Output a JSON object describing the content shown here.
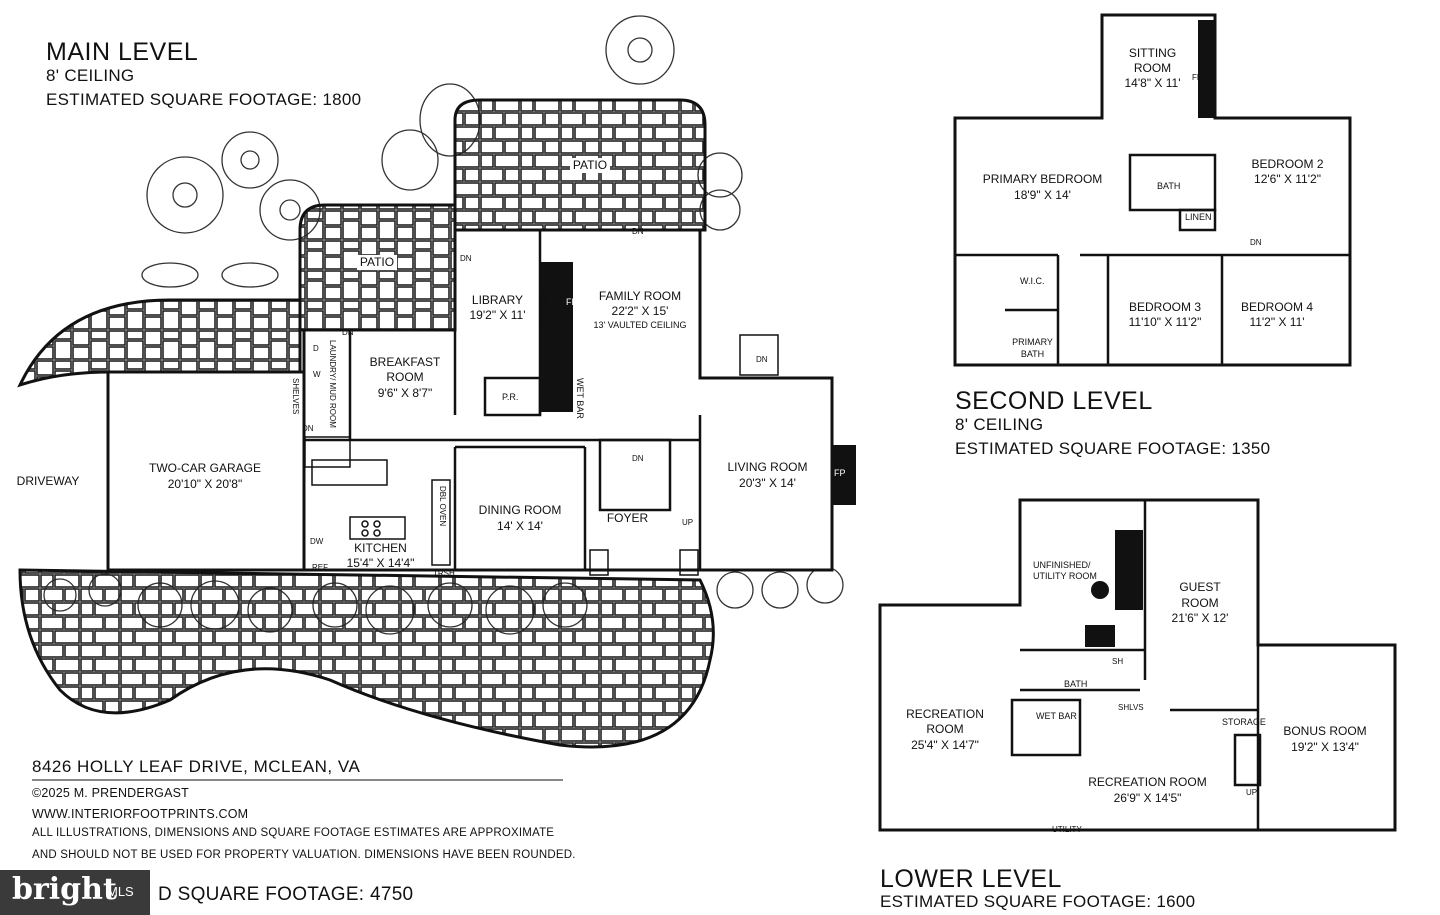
{
  "main_level": {
    "title": "MAIN LEVEL",
    "ceiling": "8' CEILING",
    "sqft": "ESTIMATED SQUARE FOOTAGE: 1800",
    "rooms": {
      "patio_top": "PATIO",
      "patio_left": "PATIO",
      "library": "LIBRARY",
      "library_dim": "19'2\" X 11'",
      "family_room": "FAMILY ROOM",
      "family_room_dim": "22'2\" X 15'",
      "family_room_ceiling": "13' VAULTED CEILING",
      "breakfast_room": "BREAKFAST",
      "breakfast_room_2": "ROOM",
      "breakfast_dim": "9'6\" X 8'7\"",
      "laundry": "LAUNDRY/ MUD ROOM",
      "garage": "TWO-CAR GARAGE",
      "garage_dim": "20'10\" X 20'8\"",
      "driveway": "DRIVEWAY",
      "kitchen": "KITCHEN",
      "kitchen_dim": "15'4\" X 14'4\"",
      "dining_room": "DINING ROOM",
      "dining_dim": "14' X 14'",
      "foyer": "FOYER",
      "living_room": "LIVING ROOM",
      "living_dim": "20'3\" X 14'",
      "powder": "P.R.",
      "wet_bar": "WET BAR",
      "shelves": "SHELVES",
      "shelves_2": "SHELVES",
      "fp": "FP",
      "fp_living": "FP",
      "dn1": "DN",
      "dn2": "DN",
      "dn3": "DN",
      "dn4": "DN",
      "dn5": "DN",
      "dn6": "DN",
      "up": "UP",
      "dbl_oven": "DBL OVEN",
      "dw": "DW",
      "ref": "REF",
      "trsh": "TRSH",
      "d": "D",
      "w": "W"
    }
  },
  "second_level": {
    "title": "SECOND LEVEL",
    "ceiling": "8' CEILING",
    "sqft": "ESTIMATED SQUARE FOOTAGE: 1350",
    "rooms": {
      "sitting": "SITTING",
      "sitting_2": "ROOM",
      "sitting_dim": "14'8\" X 11'",
      "primary_bedroom": "PRIMARY BEDROOM",
      "primary_dim": "18'9\" X 14'",
      "bedroom2": "BEDROOM 2",
      "bedroom2_dim": "12'6\" X 11'2\"",
      "bath": "BATH",
      "linen": "LINEN",
      "wic": "W.I.C.",
      "primary_bath": "PRIMARY",
      "primary_bath_2": "BATH",
      "bedroom3": "BEDROOM 3",
      "bedroom3_dim": "11'10\" X 11'2\"",
      "bedroom4": "BEDROOM 4",
      "bedroom4_dim": "11'2\" X 11'",
      "fp": "FP",
      "dn": "DN"
    }
  },
  "lower_level": {
    "title": "LOWER LEVEL",
    "sqft": "ESTIMATED SQUARE FOOTAGE: 1600",
    "rooms": {
      "unfinished": "UNFINISHED/",
      "unfinished_2": "UTILITY ROOM",
      "guest": "GUEST",
      "guest_2": "ROOM",
      "guest_dim": "21'6\" X 12'",
      "bath": "BATH",
      "sh": "SH",
      "shlvs": "SHLVS",
      "wet_bar": "WET BAR",
      "storage": "STORAGE",
      "rec_left": "RECREATION",
      "rec_left_2": "ROOM",
      "rec_left_dim": "25'4\" X 14'7\"",
      "rec_main": "RECREATION ROOM",
      "rec_main_dim": "26'9\" X 14'5\"",
      "bonus": "BONUS ROOM",
      "bonus_dim": "19'2\" X 13'4\"",
      "utility": "UTILITY",
      "up": "UP"
    }
  },
  "footer": {
    "address": "8426 HOLLY LEAF DRIVE, MCLEAN, VA",
    "copyright": "©2025 M. PRENDERGAST",
    "website": "WWW.INTERIORFOOTPRINTS.COM",
    "disclaimer1": "ALL ILLUSTRATIONS, DIMENSIONS AND SQUARE FOOTAGE ESTIMATES ARE APPROXIMATE",
    "disclaimer2": "AND  SHOULD NOT BE USED FOR PROPERTY VALUATION. DIMENSIONS HAVE BEEN ROUNDED.",
    "total": "D SQUARE FOOTAGE: 4750"
  },
  "watermark": {
    "brand": "bright",
    "mls": "MLS"
  }
}
